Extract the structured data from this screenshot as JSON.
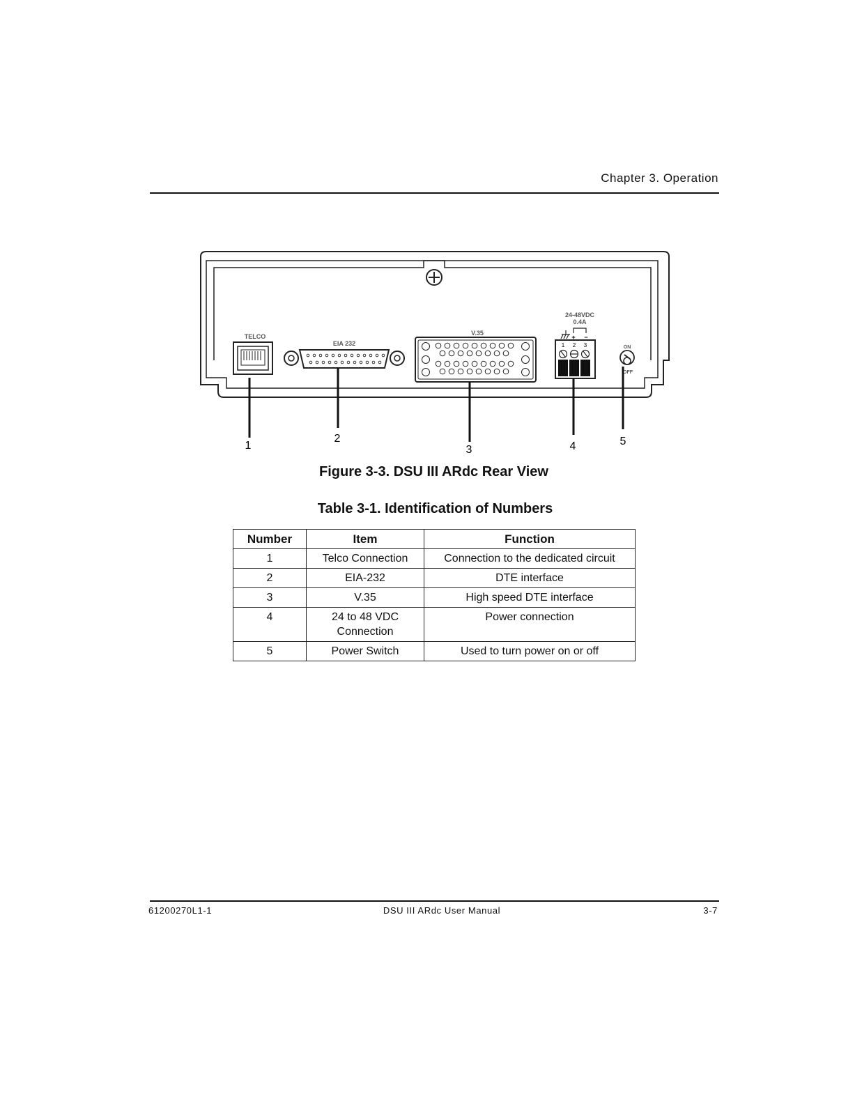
{
  "header": {
    "chapter": "Chapter 3.  Operation"
  },
  "figure": {
    "labels": {
      "telco": "TELCO",
      "eia232": "EIA 232",
      "v35": "V.35",
      "voltage": "24-48VDC",
      "current": "0.4A",
      "terminal_plus": "+",
      "terminal_minus": "−",
      "terminal_1": "1",
      "terminal_2": "2",
      "terminal_3": "3",
      "on": "ON",
      "off": "OFF"
    },
    "callouts": [
      "1",
      "2",
      "3",
      "4",
      "5"
    ],
    "caption": "Figure 3-3.  DSU III ARdc Rear View"
  },
  "table": {
    "title": "Table 3-1.  Identification of Numbers",
    "headers": [
      "Number",
      "Item",
      "Function"
    ],
    "rows": [
      {
        "number": "1",
        "item": "Telco Connection",
        "function": "Connection to the dedicated circuit"
      },
      {
        "number": "2",
        "item": "EIA-232",
        "function": "DTE interface"
      },
      {
        "number": "3",
        "item": "V.35",
        "function": "High speed DTE interface"
      },
      {
        "number": "4",
        "item_line1": "24 to 48 VDC",
        "item_line2": "Connection",
        "function": "Power connection"
      },
      {
        "number": "5",
        "item": "Power Switch",
        "function": "Used to turn power on or off"
      }
    ]
  },
  "footer": {
    "part_number": "61200270L1-1",
    "manual_title": "DSU III ARdc User Manual",
    "page": "3-7"
  }
}
